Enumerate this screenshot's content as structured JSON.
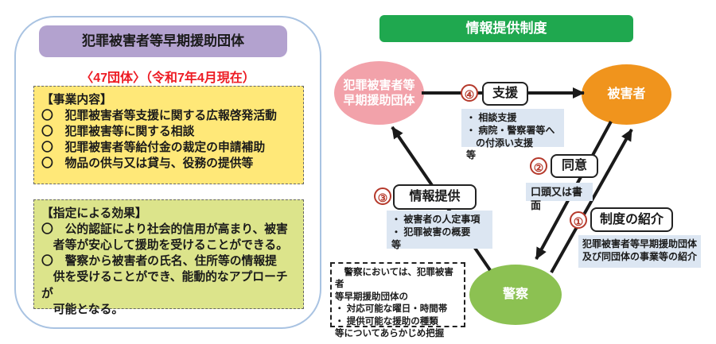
{
  "left_panel": {
    "title": "犯罪被害者等早期援助団体",
    "subtitle": "〈47団体〉（令和7年4月現在）",
    "business": "【事業内容】\n〇　犯罪被害者等支援に関する広報啓発活動\n〇　犯罪被害等に関する相談\n〇　犯罪被害者等給付金の裁定の申請補助\n〇　物品の供与又は貸与、役務の提供等",
    "effects": "【指定による効果】\n〇　公的認証により社会的信用が高まり、被害\n　者等が安心して援助を受けることができる。\n〇　警察から被害者の氏名、住所等の情報提\n　供を受けることができ、能動的なアプローチが\n　可能となる。"
  },
  "diagram": {
    "title": "情報提供制度",
    "nodes": {
      "organization": "犯罪被害者等\n早期援助団体",
      "victim": "被害者",
      "police": "警察"
    },
    "steps": {
      "introduction": {
        "number": "①",
        "label": "制度の紹介",
        "note": "犯罪被害者等早期援助団体\n及び同団体の事業等の紹介"
      },
      "consent": {
        "number": "②",
        "label": "同意",
        "note": "口頭又は書面"
      },
      "information": {
        "number": "③",
        "label": "情報提供",
        "note": "・ 被害者の人定事項\n・ 犯罪被害の概要　等"
      },
      "support": {
        "number": "④",
        "label": "支援",
        "note": "・ 相談支援\n・ 病院・警察署等へ\n　の付添い支援　　　等"
      }
    },
    "police_note": "　警察においては、犯罪被害者\n等早期援助団体の\n・ 対応可能な曜日・時間帯\n・ 提供可能な援助の種類\n等についてあらかじめ把握"
  },
  "colors": {
    "panel_border": "#A9C3E2",
    "title_purple": "#B3A2CF",
    "subtitle_red": "#ED1C24",
    "business_yellow": "#FFE878",
    "effects_green": "#DCE48B",
    "diagram_title_green": "#1FA84F",
    "org_pink": "#F2A2AA",
    "victim_orange": "#F0941D",
    "police_green": "#8CC152",
    "note_blue": "#DCE6F2",
    "step_number_red": "#B5392B"
  }
}
